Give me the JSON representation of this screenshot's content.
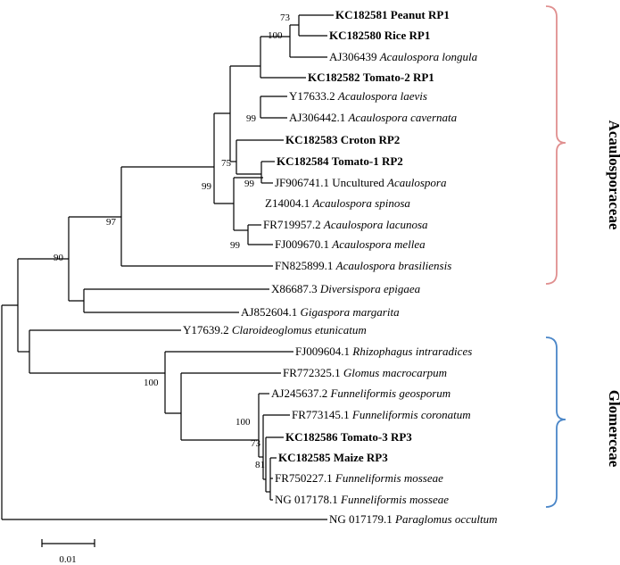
{
  "leaves": [
    {
      "acc": "KC182581",
      "name": "Peanut RP1",
      "italic": false,
      "bold": true
    },
    {
      "acc": "KC182580",
      "name": "Rice RP1",
      "italic": false,
      "bold": true
    },
    {
      "acc": "AJ306439",
      "name": "Acaulospora longula",
      "italic": true,
      "bold": false
    },
    {
      "acc": "KC182582",
      "name": "Tomato-2 RP1",
      "italic": false,
      "bold": true
    },
    {
      "acc": "Y17633.2",
      "name": "Acaulospora laevis",
      "italic": true,
      "bold": false
    },
    {
      "acc": "AJ306442.1",
      "name": "Acaulospora cavernata",
      "italic": true,
      "bold": false
    },
    {
      "acc": "KC182583",
      "name": "Croton RP2",
      "italic": false,
      "bold": true
    },
    {
      "acc": "KC182584",
      "name": "Tomato-1 RP2",
      "italic": false,
      "bold": true
    },
    {
      "acc": "JF906741.1",
      "name": "Uncultured",
      "name2": "Acaulospora",
      "italic": false,
      "bold": false
    },
    {
      "acc": "Z14004.1",
      "name": "Acaulospora spinosa",
      "italic": true,
      "bold": false
    },
    {
      "acc": "FR719957.2",
      "name": "Acaulospora lacunosa",
      "italic": true,
      "bold": false
    },
    {
      "acc": "FJ009670.1",
      "name": "Acaulospora mellea",
      "italic": true,
      "bold": false
    },
    {
      "acc": "FN825899.1",
      "name": "Acaulospora brasiliensis",
      "italic": true,
      "bold": false
    },
    {
      "acc": "X86687.3",
      "name": "Diversispora epigaea",
      "italic": true,
      "bold": false
    },
    {
      "acc": "AJ852604.1",
      "name": "Gigaspora margarita",
      "italic": true,
      "bold": false
    },
    {
      "acc": "Y17639.2",
      "name": "Claroideoglomus etunicatum",
      "italic": true,
      "bold": false
    },
    {
      "acc": "FJ009604.1",
      "name": "Rhizophagus intraradices",
      "italic": true,
      "bold": false
    },
    {
      "acc": "FR772325.1",
      "name": "Glomus macrocarpum",
      "italic": true,
      "bold": false
    },
    {
      "acc": "AJ245637.2",
      "name": "Funneliformis geosporum",
      "italic": true,
      "bold": false
    },
    {
      "acc": "FR773145.1",
      "name": "Funneliformis coronatum",
      "italic": true,
      "bold": false
    },
    {
      "acc": "KC182586",
      "name": "Tomato-3 RP3",
      "italic": false,
      "bold": true
    },
    {
      "acc": "KC182585",
      "name": "Maize RP3",
      "italic": false,
      "bold": true
    },
    {
      "acc": "FR750227.1",
      "name": "Funneliformis mosseae",
      "italic": true,
      "bold": false
    },
    {
      "acc": "NG 017178.1",
      "name": "Funneliformis mosseae",
      "italic": true,
      "bold": false
    },
    {
      "acc": "NG 017179.1",
      "name": "Paraglomus occultum",
      "italic": true,
      "bold": false
    }
  ],
  "bootstrap": [
    "73",
    "100",
    "99",
    "75",
    "99",
    "99",
    "97",
    "90",
    "99",
    "100",
    "100",
    "73",
    "81"
  ],
  "families": {
    "acaulosporaceae": {
      "label": "Acaulosporaceae",
      "color": "#e08f8f"
    },
    "glomerceae": {
      "label": "Glomerceae",
      "color": "#4a86c8"
    }
  },
  "scale": {
    "label": "0.01"
  }
}
